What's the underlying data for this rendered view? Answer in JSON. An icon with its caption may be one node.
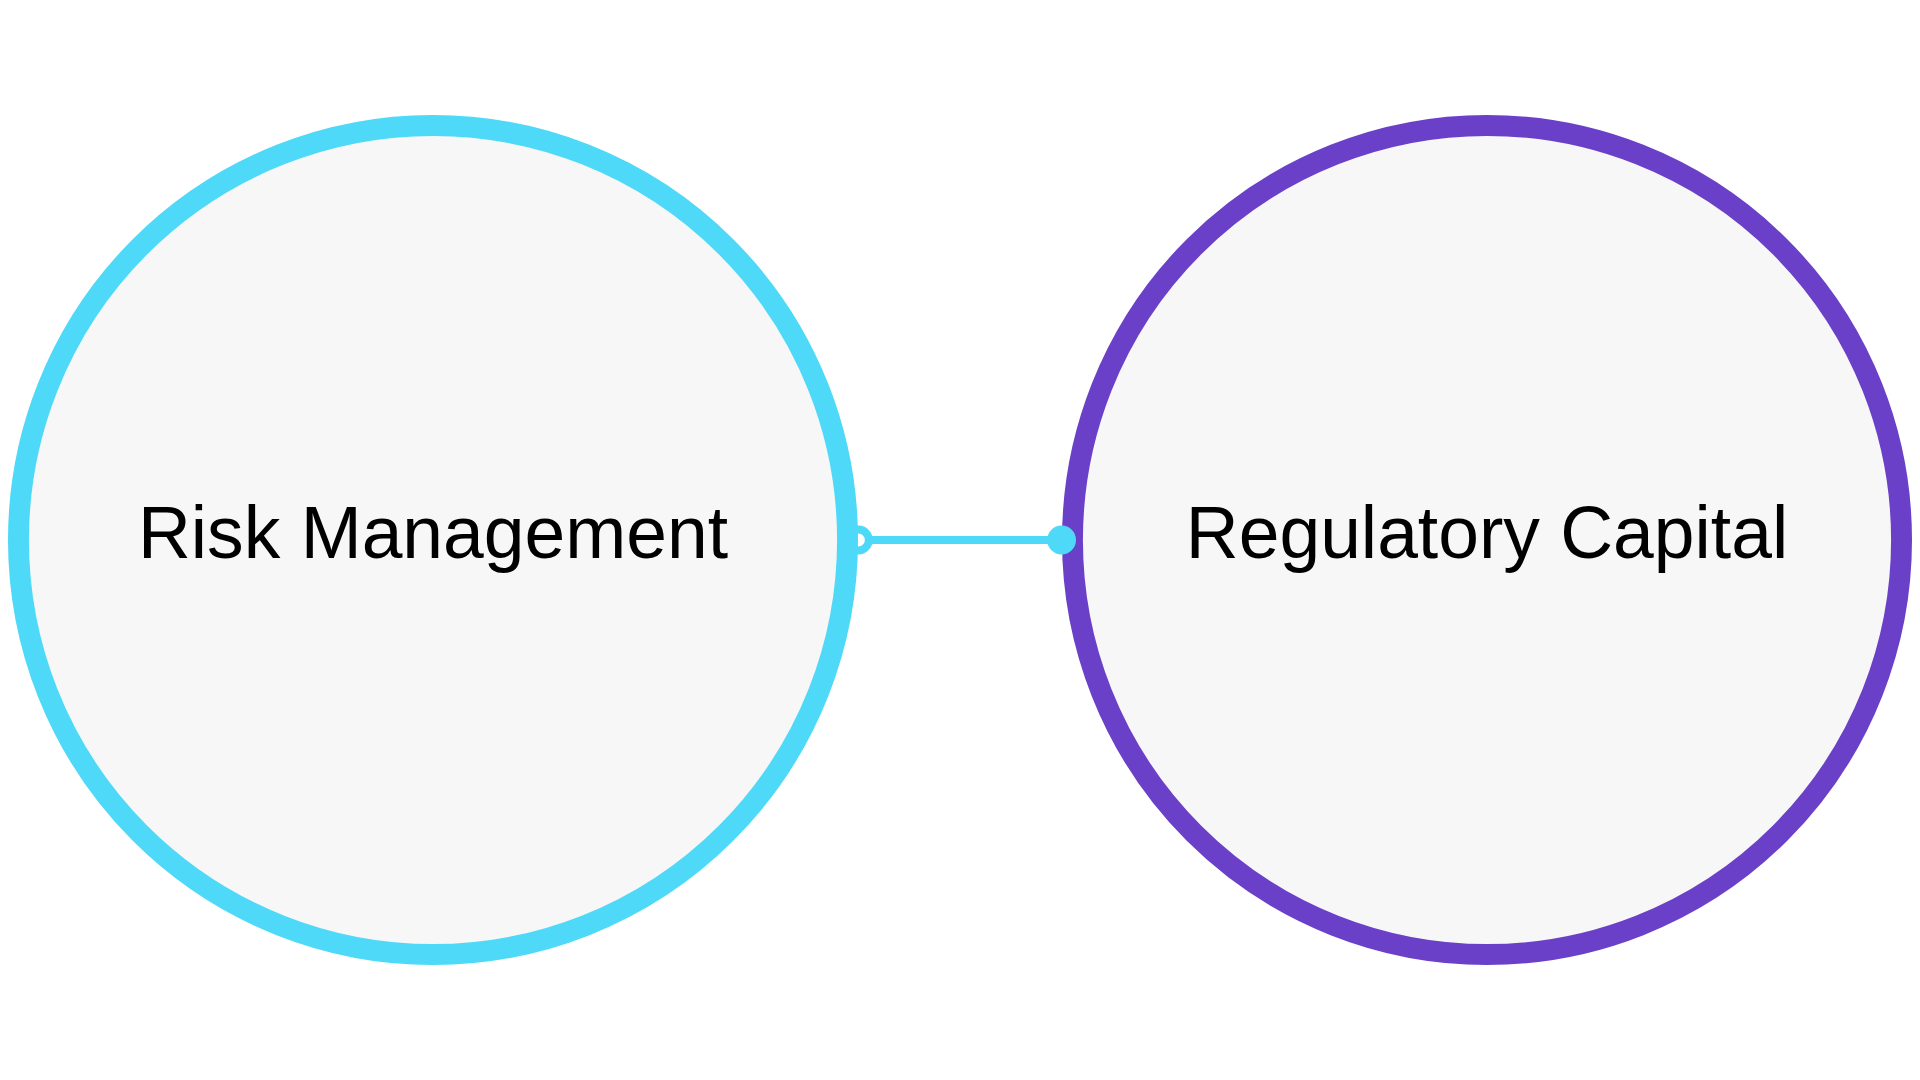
{
  "diagram": {
    "nodes": [
      {
        "text": [
          "Risk Management"
        ]
      },
      {
        "text": [
          "Regulatory Capital"
        ]
      }
    ],
    "edges": [
      {
        "from": 0,
        "to": 1,
        "arrow": "other"
      }
    ]
  }
}
